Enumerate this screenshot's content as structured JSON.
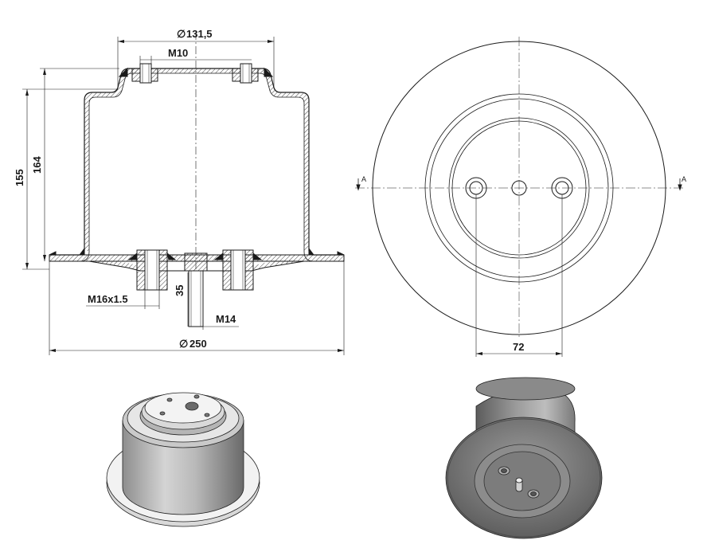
{
  "dimensions": {
    "top_diameter": "131,5",
    "top_thread": "M10",
    "overall_height": "155",
    "body_height": "164",
    "bottom_thread": "M16x1.5",
    "stud_length": "35",
    "stud_thread": "M14",
    "base_diameter": "250",
    "bolt_spacing": "72",
    "diameter_symbol": "∅"
  },
  "section": {
    "label_left": "A",
    "label_right": "A"
  },
  "colors": {
    "line": "#1a1a1a",
    "hatch": "#555555",
    "metal_light": "#d9d9d9",
    "metal_mid": "#a8a8a8",
    "metal_dark": "#6e6e6e"
  }
}
